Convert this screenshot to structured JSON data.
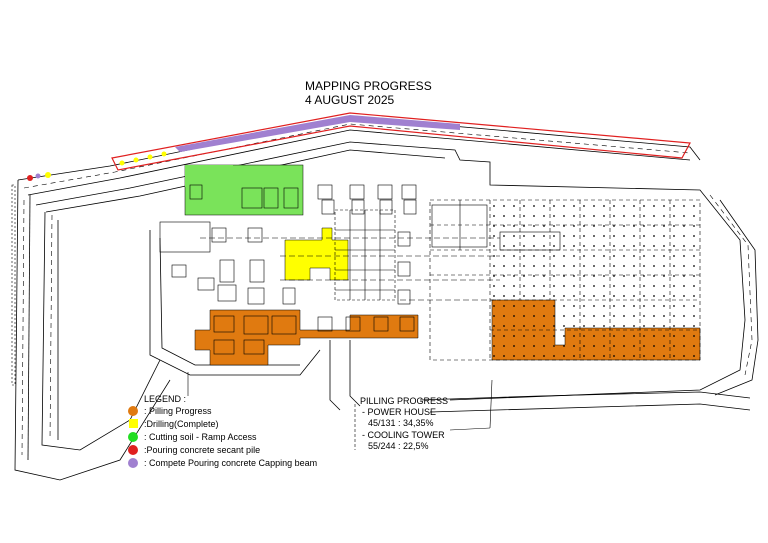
{
  "title": "MAPPING PROGRESS",
  "date": "4 AUGUST 2025",
  "legend": {
    "title": "LEGEND :",
    "items": [
      {
        "label": ": Pilling Progress",
        "color": "#e07a10",
        "shape": "circle"
      },
      {
        "label": ":Drilling(Complete)",
        "color": "#ffff00",
        "shape": "square"
      },
      {
        "label": ": Cutting soil - Ramp Access",
        "color": "#22dd22",
        "shape": "circle"
      },
      {
        "label": ":Pouring concrete secant pile",
        "color": "#e02020",
        "shape": "circle"
      },
      {
        "label": ": Compete Pouring concrete Capping beam",
        "color": "#a080d0",
        "shape": "circle"
      }
    ]
  },
  "progress": {
    "title": "PILLING PROGRESS",
    "power_house": {
      "label": "- POWER HOUSE",
      "value": "45/131 : 34,35%"
    },
    "cooling_tower": {
      "label": "- COOLING TOWER",
      "value": "55/244 : 22,5%"
    }
  },
  "colors": {
    "piling": "#e07a10",
    "drilling": "#ffff00",
    "cutting": "#7ae35a",
    "secant": "#e02020",
    "capping": "#a080d0",
    "line": "#000000"
  }
}
